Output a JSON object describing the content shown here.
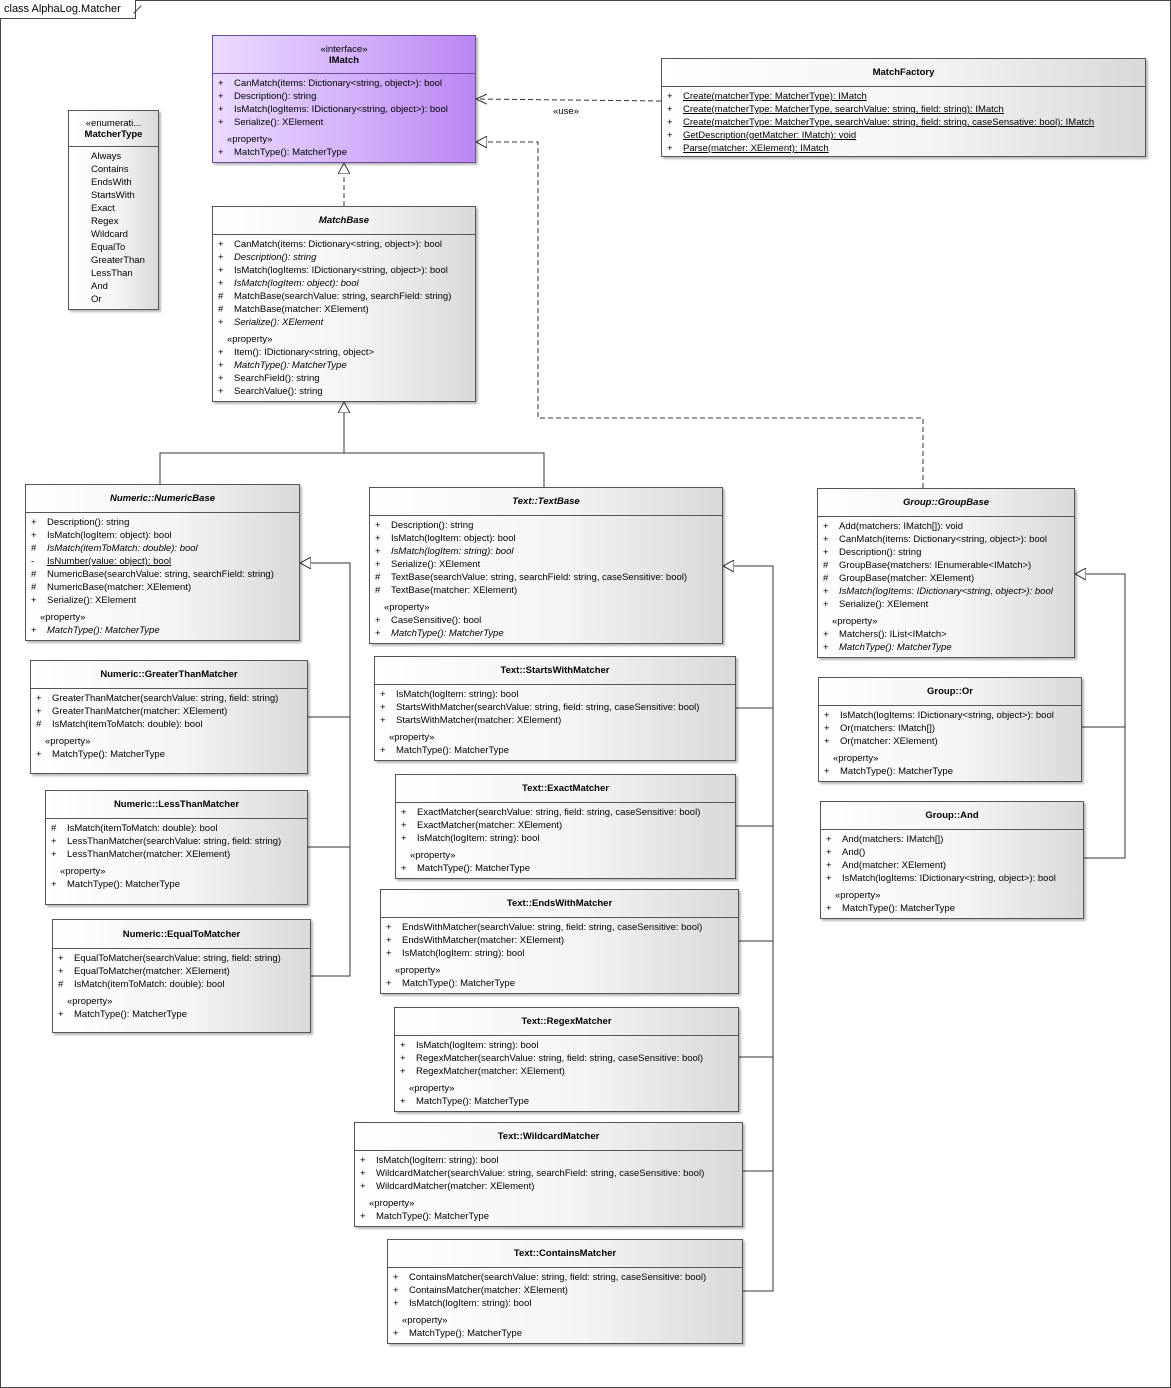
{
  "diagram_title": "class AlphaLog.Matcher",
  "use_label": "«use»",
  "classes": {
    "imatch": {
      "stereotype": "«interface»",
      "name": "IMatch",
      "ops": [
        {
          "vis": "+",
          "sig": "CanMatch(items: Dictionary<string, object>): bool"
        },
        {
          "vis": "+",
          "sig": "Description(): string"
        },
        {
          "vis": "+",
          "sig": "IsMatch(logItems: IDictionary<string, object>): bool"
        },
        {
          "vis": "+",
          "sig": "Serialize(): XElement"
        }
      ],
      "property_label": "«property»",
      "props": [
        {
          "vis": "+",
          "sig": "MatchType(): MatcherType"
        }
      ]
    },
    "matcher_type": {
      "stereotype": "«enumerati...",
      "name": "MatcherType",
      "literals": [
        "Always",
        "Contains",
        "EndsWith",
        "StartsWith",
        "Exact",
        "Regex",
        "Wildcard",
        "EqualTo",
        "GreaterThan",
        "LessThan",
        "And",
        "Or"
      ]
    },
    "match_factory": {
      "name": "MatchFactory",
      "ops": [
        {
          "vis": "+",
          "sig": "Create(matcherType: MatcherType): IMatch",
          "ul": true
        },
        {
          "vis": "+",
          "sig": "Create(matcherType: MatcherType, searchValue: string, field: string): IMatch",
          "ul": true
        },
        {
          "vis": "+",
          "sig": "Create(matcherType: MatcherType, searchValue: string, field: string, caseSensative: bool): IMatch",
          "ul": true
        },
        {
          "vis": "+",
          "sig": "GetDescription(getMatcher: IMatch): void",
          "ul": true
        },
        {
          "vis": "+",
          "sig": "Parse(matcher: XElement): IMatch",
          "ul": true
        }
      ]
    },
    "match_base": {
      "name": "MatchBase",
      "ops": [
        {
          "vis": "+",
          "sig": "CanMatch(items: Dictionary<string, object>): bool"
        },
        {
          "vis": "+",
          "sig": "Description(): string",
          "it": true
        },
        {
          "vis": "+",
          "sig": "IsMatch(logItems: IDictionary<string, object>): bool"
        },
        {
          "vis": "+",
          "sig": "IsMatch(logItem: object): bool",
          "it": true
        },
        {
          "vis": "#",
          "sig": "MatchBase(searchValue: string, searchField: string)"
        },
        {
          "vis": "#",
          "sig": "MatchBase(matcher: XElement)"
        },
        {
          "vis": "+",
          "sig": "Serialize(): XElement",
          "it": true
        }
      ],
      "property_label": "«property»",
      "props": [
        {
          "vis": "+",
          "sig": "Item(): IDictionary<string, object>"
        },
        {
          "vis": "+",
          "sig": "MatchType(): MatcherType",
          "it": true
        },
        {
          "vis": "+",
          "sig": "SearchField(): string"
        },
        {
          "vis": "+",
          "sig": "SearchValue(): string"
        }
      ]
    },
    "numeric_base": {
      "name": "Numeric::NumericBase",
      "ops": [
        {
          "vis": "+",
          "sig": "Description(): string"
        },
        {
          "vis": "+",
          "sig": "IsMatch(logItem: object): bool"
        },
        {
          "vis": "#",
          "sig": "IsMatch(itemToMatch: double): bool",
          "it": true
        },
        {
          "vis": "-",
          "sig": "IsNumber(value: object): bool",
          "ul": true
        },
        {
          "vis": "#",
          "sig": "NumericBase(searchValue: string, searchField: string)"
        },
        {
          "vis": "#",
          "sig": "NumericBase(matcher: XElement)"
        },
        {
          "vis": "+",
          "sig": "Serialize(): XElement"
        }
      ],
      "property_label": "«property»",
      "props": [
        {
          "vis": "+",
          "sig": "MatchType(): MatcherType",
          "it": true
        }
      ]
    },
    "greater_than": {
      "name": "Numeric::GreaterThanMatcher",
      "ops": [
        {
          "vis": "+",
          "sig": "GreaterThanMatcher(searchValue: string, field: string)"
        },
        {
          "vis": "+",
          "sig": "GreaterThanMatcher(matcher: XElement)"
        },
        {
          "vis": "#",
          "sig": "IsMatch(itemToMatch: double): bool"
        }
      ],
      "property_label": "«property»",
      "props": [
        {
          "vis": "+",
          "sig": "MatchType(): MatcherType"
        }
      ]
    },
    "less_than": {
      "name": "Numeric::LessThanMatcher",
      "ops": [
        {
          "vis": "#",
          "sig": "IsMatch(itemToMatch: double): bool"
        },
        {
          "vis": "+",
          "sig": "LessThanMatcher(searchValue: string, field: string)"
        },
        {
          "vis": "+",
          "sig": "LessThanMatcher(matcher: XElement)"
        }
      ],
      "property_label": "«property»",
      "props": [
        {
          "vis": "+",
          "sig": "MatchType(): MatcherType"
        }
      ]
    },
    "equal_to": {
      "name": "Numeric::EqualToMatcher",
      "ops": [
        {
          "vis": "+",
          "sig": "EqualToMatcher(searchValue: string, field: string)"
        },
        {
          "vis": "+",
          "sig": "EqualToMatcher(matcher: XElement)"
        },
        {
          "vis": "#",
          "sig": "IsMatch(itemToMatch: double): bool"
        }
      ],
      "property_label": "«property»",
      "props": [
        {
          "vis": "+",
          "sig": "MatchType(): MatcherType"
        }
      ]
    },
    "text_base": {
      "name": "Text::TextBase",
      "ops": [
        {
          "vis": "+",
          "sig": "Description(): string"
        },
        {
          "vis": "+",
          "sig": "IsMatch(logItem: object): bool"
        },
        {
          "vis": "+",
          "sig": "IsMatch(logItem: string): bool",
          "it": true
        },
        {
          "vis": "+",
          "sig": "Serialize(): XElement"
        },
        {
          "vis": "#",
          "sig": "TextBase(searchValue: string, searchField: string, caseSensitive: bool)"
        },
        {
          "vis": "#",
          "sig": "TextBase(matcher: XElement)"
        }
      ],
      "property_label": "«property»",
      "props": [
        {
          "vis": "+",
          "sig": "CaseSensitive(): bool"
        },
        {
          "vis": "+",
          "sig": "MatchType(): MatcherType",
          "it": true
        }
      ]
    },
    "starts_with": {
      "name": "Text::StartsWithMatcher",
      "ops": [
        {
          "vis": "+",
          "sig": "IsMatch(logItem: string): bool"
        },
        {
          "vis": "+",
          "sig": "StartsWithMatcher(searchValue: string, field: string, caseSensitive: bool)"
        },
        {
          "vis": "+",
          "sig": "StartsWithMatcher(matcher: XElement)"
        }
      ],
      "property_label": "«property»",
      "props": [
        {
          "vis": "+",
          "sig": "MatchType(): MatcherType"
        }
      ]
    },
    "exact": {
      "name": "Text::ExactMatcher",
      "ops": [
        {
          "vis": "+",
          "sig": "ExactMatcher(searchValue: string, field: string, caseSensitive: bool)"
        },
        {
          "vis": "+",
          "sig": "ExactMatcher(matcher: XElement)"
        },
        {
          "vis": "+",
          "sig": "IsMatch(logItem: string): bool"
        }
      ],
      "property_label": "«property»",
      "props": [
        {
          "vis": "+",
          "sig": "MatchType(): MatcherType"
        }
      ]
    },
    "ends_with": {
      "name": "Text::EndsWithMatcher",
      "ops": [
        {
          "vis": "+",
          "sig": "EndsWithMatcher(searchValue: string, field: string, caseSensitive: bool)"
        },
        {
          "vis": "+",
          "sig": "EndsWithMatcher(matcher: XElement)"
        },
        {
          "vis": "+",
          "sig": "IsMatch(logItem: string): bool"
        }
      ],
      "property_label": "«property»",
      "props": [
        {
          "vis": "+",
          "sig": "MatchType(): MatcherType"
        }
      ]
    },
    "regex": {
      "name": "Text::RegexMatcher",
      "ops": [
        {
          "vis": "+",
          "sig": "IsMatch(logItem: string): bool"
        },
        {
          "vis": "+",
          "sig": "RegexMatcher(searchValue: string, field: string, caseSensitive: bool)"
        },
        {
          "vis": "+",
          "sig": "RegexMatcher(matcher: XElement)"
        }
      ],
      "property_label": "«property»",
      "props": [
        {
          "vis": "+",
          "sig": "MatchType(): MatcherType"
        }
      ]
    },
    "wildcard": {
      "name": "Text::WildcardMatcher",
      "ops": [
        {
          "vis": "+",
          "sig": "IsMatch(logItem: string): bool"
        },
        {
          "vis": "+",
          "sig": "WildcardMatcher(searchValue: string, searchField: string, caseSensitive: bool)"
        },
        {
          "vis": "+",
          "sig": "WildcardMatcher(matcher: XElement)"
        }
      ],
      "property_label": "«property»",
      "props": [
        {
          "vis": "+",
          "sig": "MatchType(): MatcherType"
        }
      ]
    },
    "contains": {
      "name": "Text::ContainsMatcher",
      "ops": [
        {
          "vis": "+",
          "sig": "ContainsMatcher(searchValue: string, field: string, caseSensitive: bool)"
        },
        {
          "vis": "+",
          "sig": "ContainsMatcher(matcher: XElement)"
        },
        {
          "vis": "+",
          "sig": "IsMatch(logItem: string): bool"
        }
      ],
      "property_label": "«property»",
      "props": [
        {
          "vis": "+",
          "sig": "MatchType(): MatcherType"
        }
      ]
    },
    "group_base": {
      "name": "Group::GroupBase",
      "ops": [
        {
          "vis": "+",
          "sig": "Add(matchers: IMatch[]): void"
        },
        {
          "vis": "+",
          "sig": "CanMatch(items: Dictionary<string, object>): bool"
        },
        {
          "vis": "+",
          "sig": "Description(): string"
        },
        {
          "vis": "#",
          "sig": "GroupBase(matchers: IEnumerable<IMatch>)"
        },
        {
          "vis": "#",
          "sig": "GroupBase(matcher: XElement)"
        },
        {
          "vis": "+",
          "sig": "IsMatch(logItems: IDictionary<string, object>): bool",
          "it": true
        },
        {
          "vis": "+",
          "sig": "Serialize(): XElement"
        }
      ],
      "property_label": "«property»",
      "props": [
        {
          "vis": "+",
          "sig": "Matchers(): IList<IMatch>"
        },
        {
          "vis": "+",
          "sig": "MatchType(): MatcherType",
          "it": true
        }
      ]
    },
    "group_or": {
      "name": "Group::Or",
      "ops": [
        {
          "vis": "+",
          "sig": "IsMatch(logItems: IDictionary<string, object>): bool"
        },
        {
          "vis": "+",
          "sig": "Or(matchers: IMatch[])"
        },
        {
          "vis": "+",
          "sig": "Or(matcher: XElement)"
        }
      ],
      "property_label": "«property»",
      "props": [
        {
          "vis": "+",
          "sig": "MatchType(): MatcherType"
        }
      ]
    },
    "group_and": {
      "name": "Group::And",
      "ops": [
        {
          "vis": "+",
          "sig": "And(matchers: IMatch[])"
        },
        {
          "vis": "+",
          "sig": "And()"
        },
        {
          "vis": "+",
          "sig": "And(matcher: XElement)"
        },
        {
          "vis": "+",
          "sig": "IsMatch(logItems: IDictionary<string, object>): bool"
        }
      ],
      "property_label": "«property»",
      "props": [
        {
          "vis": "+",
          "sig": "MatchType(): MatcherType"
        }
      ]
    }
  }
}
